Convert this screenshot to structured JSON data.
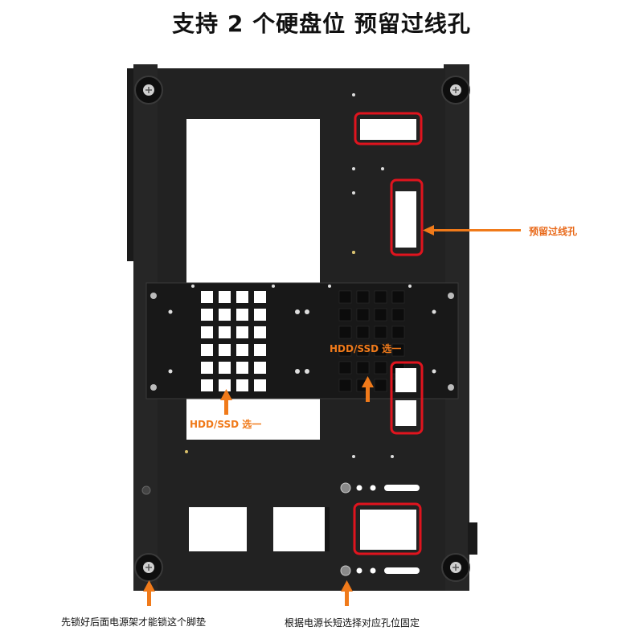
{
  "title": "支持 2 个硬盘位  预留过线孔",
  "labels": {
    "cable_holes": "预留过线孔",
    "hdd_ssd_right": "HDD/SSD 选一",
    "hdd_ssd_left": "HDD/SSD 选一",
    "foot_note": "先锁好后面电源架才能锁这个脚垫",
    "psu_note": "根据电源长短选择对应孔位固定"
  },
  "colors": {
    "highlight": "#e0141e",
    "accent": "#f07a1a",
    "panel": "#222222",
    "panel_dark": "#161616",
    "cutout": "#ffffff"
  }
}
